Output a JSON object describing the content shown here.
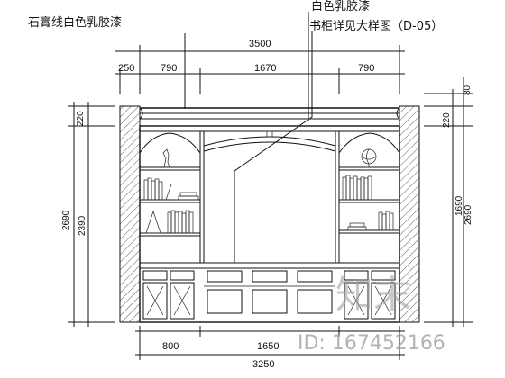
{
  "notes": {
    "left_material": "石膏线白色乳胶漆",
    "right_material": "白色乳胶漆",
    "right_reference": "书柜详见大样图（D-05）"
  },
  "dimensions": {
    "top_overall": "3500",
    "top_segments": [
      "250",
      "790",
      "1670",
      "790"
    ],
    "left_outer": "2690",
    "left_inner": "2390",
    "left_top": "220",
    "right_top_a": "80",
    "right_top_b": "220",
    "right_outer": "2690",
    "right_inner": "1690",
    "bottom_segments": [
      "800",
      "1650"
    ],
    "bottom_overall": "3250"
  },
  "watermark": {
    "logo": "知末",
    "id_text": "ID: 167452166"
  }
}
